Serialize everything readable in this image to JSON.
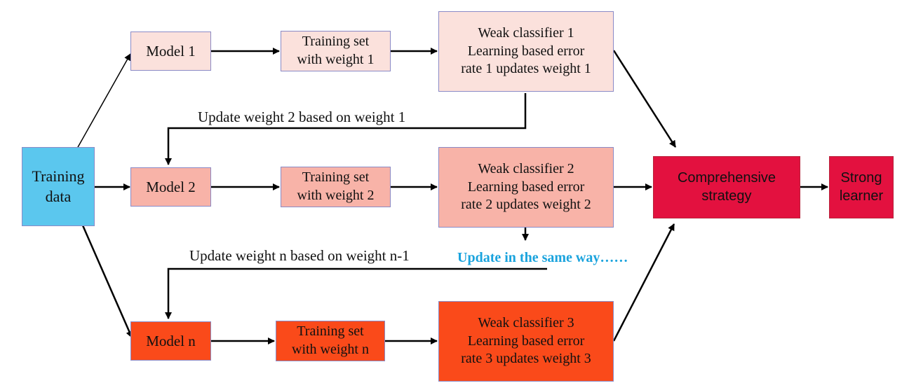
{
  "nodes": {
    "training_data": "Training\ndata",
    "model_1": "Model 1",
    "model_2": "Model 2",
    "model_n": "Model n",
    "training_set_1": "Training set\nwith weight 1",
    "training_set_2": "Training set\nwith weight 2",
    "training_set_n": "Training set\nwith weight n",
    "weak_classifier_1": "Weak classifier 1\nLearning based error\nrate 1 updates weight  1",
    "weak_classifier_2": "Weak classifier 2\nLearning based error\nrate 2 updates weight  2",
    "weak_classifier_3": "Weak classifier 3\nLearning based error\nrate 3 updates weight  3",
    "comprehensive_strategy": "Comprehensive\nstrategy",
    "strong_learner": "Strong\nlearner"
  },
  "edge_labels": {
    "update_weight_2": "Update weight 2 based on weight 1",
    "update_weight_n": "Update weight n based on weight n-1"
  },
  "note": "Update in the same way……",
  "colors": {
    "training_data": "#5bc7ee",
    "row1": "#fbe1dc",
    "row2": "#f8b3a8",
    "row_n": "#fa4a1a",
    "strategy": "#e3113f",
    "note": "#1aa3dd",
    "arrow": "#000000"
  }
}
